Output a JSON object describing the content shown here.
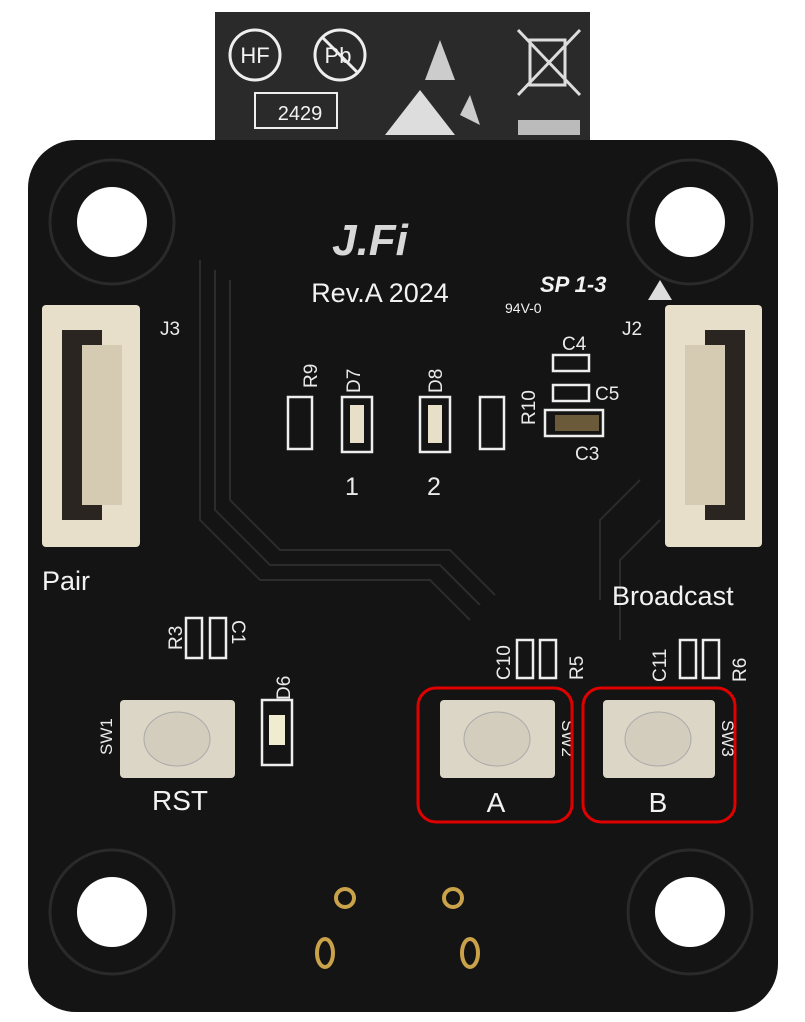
{
  "label_sticker": {
    "hf": "HF",
    "pb": "Pb",
    "date_code": "2429"
  },
  "board": {
    "brand": "J.Fi",
    "revision": "Rev.A 2024",
    "ul_mark": "SP 1-3",
    "flammability": "94V-0",
    "connectors": {
      "left": "J3",
      "right": "J2"
    },
    "connector_labels": {
      "left": "Pair",
      "right": "Broadcast"
    },
    "leds": {
      "d7": "D7",
      "d8": "D8",
      "d6": "D6",
      "d7_num": "1",
      "d8_num": "2"
    },
    "components": {
      "r9": "R9",
      "r10": "R10",
      "c4": "C4",
      "c5": "C5",
      "c3": "C3",
      "r3": "R3",
      "c1": "C1",
      "c10": "C10",
      "r5": "R5",
      "c11": "C11",
      "r6": "R6"
    },
    "buttons": [
      {
        "ref": "SW1",
        "label": "RST",
        "highlighted": false
      },
      {
        "ref": "SW2",
        "label": "A",
        "highlighted": true
      },
      {
        "ref": "SW3",
        "label": "B",
        "highlighted": true
      }
    ]
  },
  "colors": {
    "board": "#141414",
    "highlight": "#e00000",
    "connector": "#e8dfca",
    "silk": "#f2f2f2"
  }
}
